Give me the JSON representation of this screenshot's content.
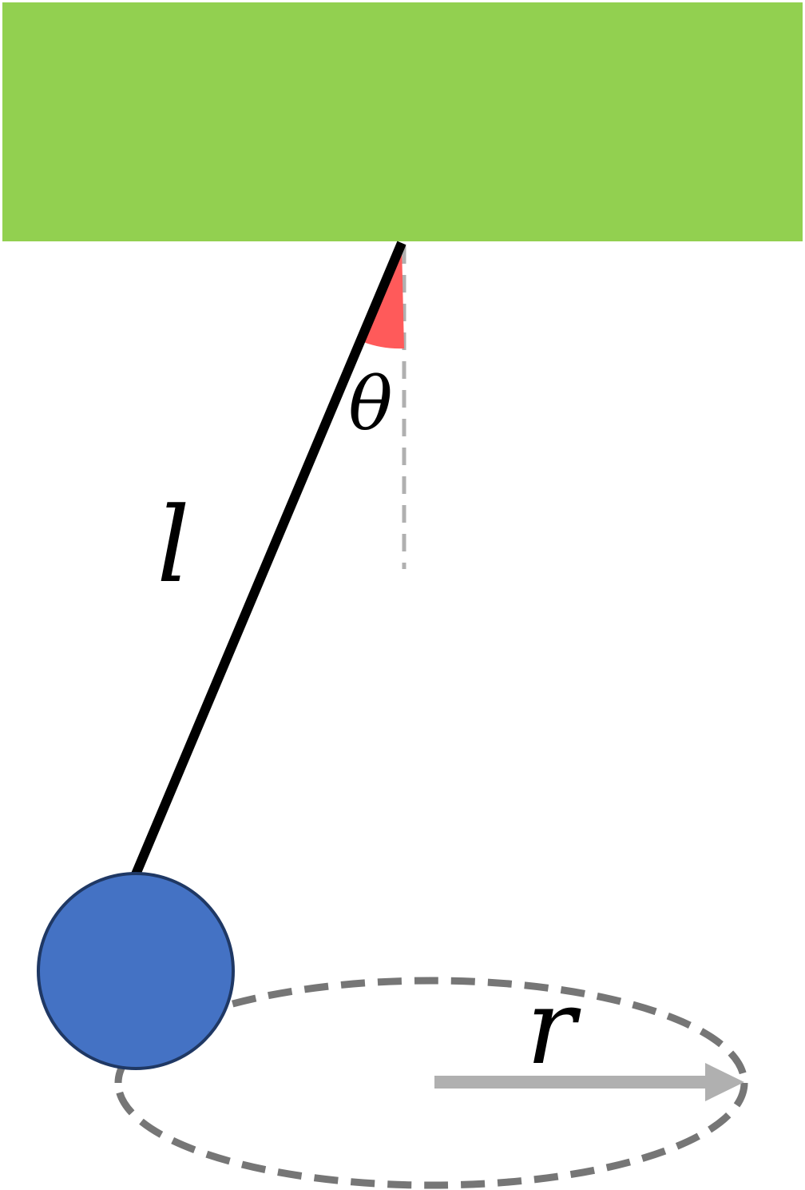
{
  "diagram": {
    "type": "conical-pendulum",
    "labels": {
      "length": "l",
      "angle": "θ",
      "radius": "r"
    },
    "colors": {
      "ceiling": "#92d050",
      "string": "#000000",
      "angle_marker": "#ff5a5a",
      "reference_line": "#b0b0b0",
      "bob_fill": "#4472c4",
      "bob_stroke": "#1f3864",
      "orbit": "#767676",
      "radius_arrow": "#b0b0b0",
      "label_text": "#000000"
    }
  }
}
